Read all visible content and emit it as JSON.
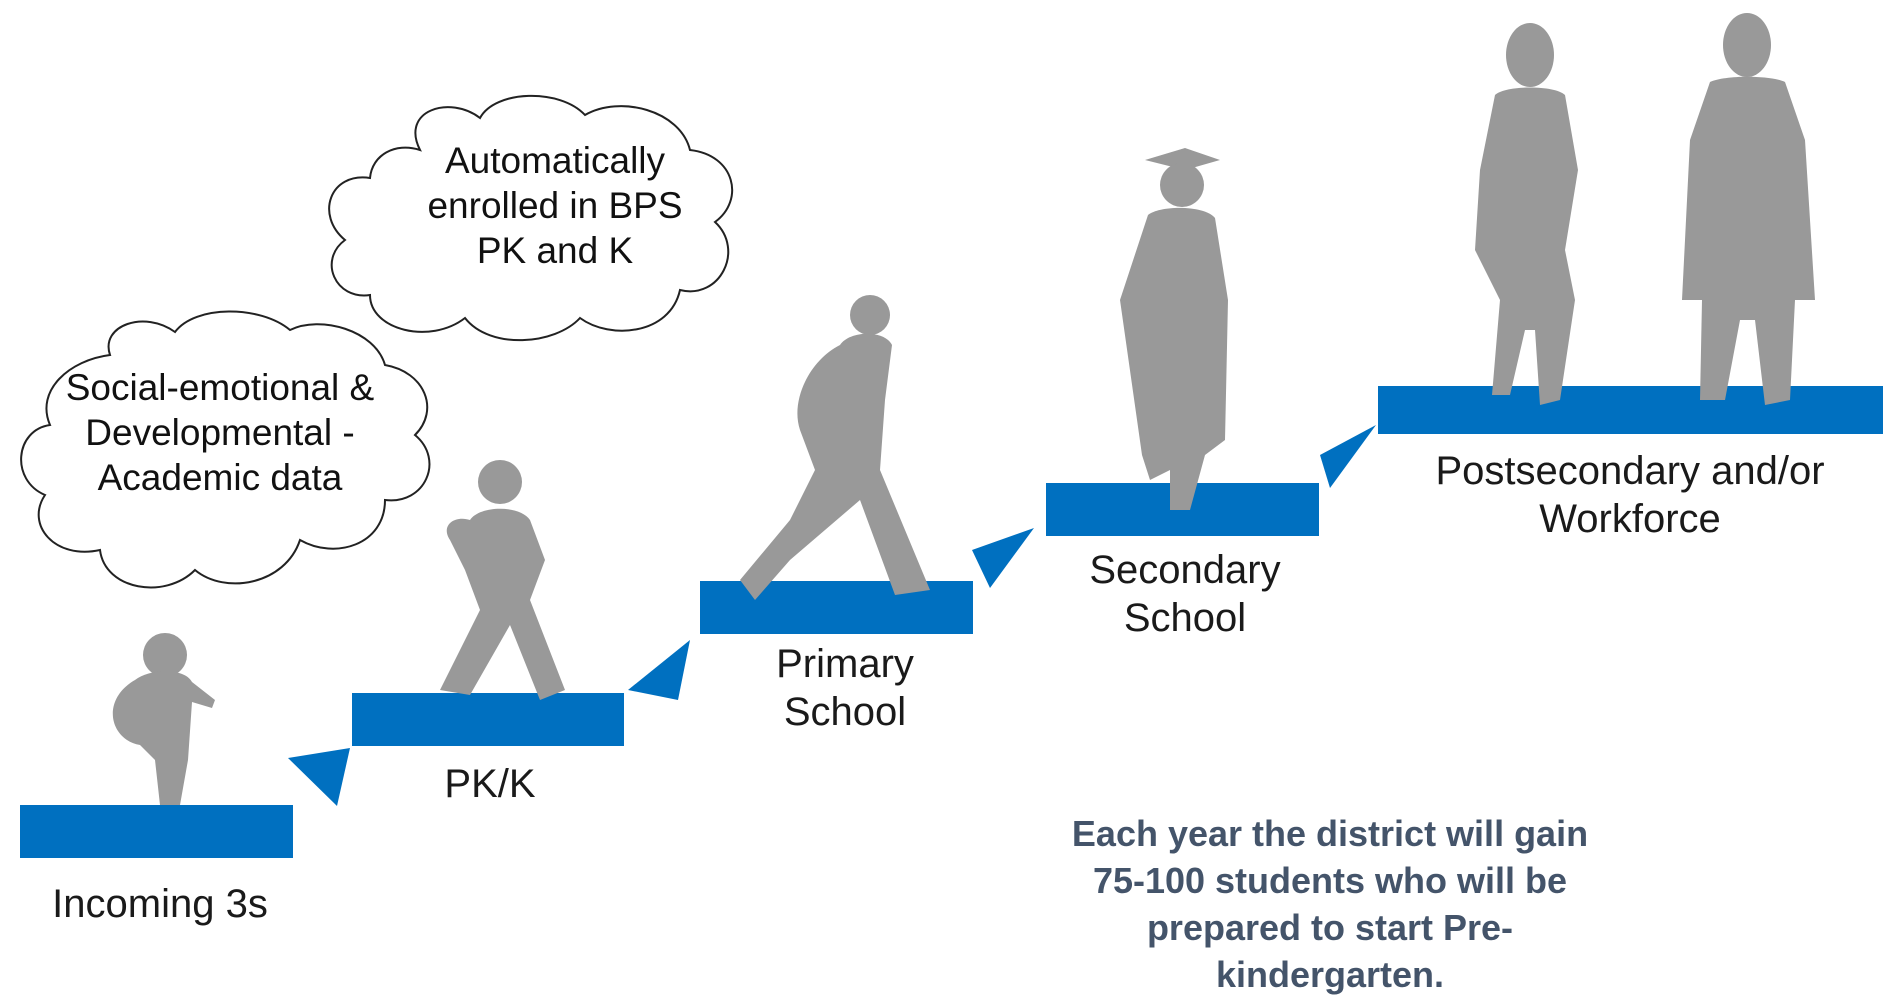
{
  "colors": {
    "step": "#0070c0",
    "arrow": "#0070c0",
    "silhouette": "#999999",
    "note": "#44546a"
  },
  "steps": [
    {
      "label": "Incoming 3s"
    },
    {
      "label": "PK/K"
    },
    {
      "label": "Primary School"
    },
    {
      "label": "Secondary School"
    },
    {
      "label": "Postsecondary and/or Workforce"
    }
  ],
  "clouds": [
    {
      "text": "Automatically enrolled in BPS PK and K"
    },
    {
      "text": "Social-emotional & Developmental - Academic data"
    }
  ],
  "note": {
    "text": "Each year the district will gain 75-100 students who will be prepared to start Pre-kindergarten."
  },
  "icons": [
    "toddler-silhouette-icon",
    "child-with-backpack-icon",
    "girl-with-backpack-icon",
    "graduate-silhouette-icon",
    "professional-woman-icon",
    "businessman-icon",
    "thought-cloud-icon",
    "step-arrow-icon"
  ]
}
